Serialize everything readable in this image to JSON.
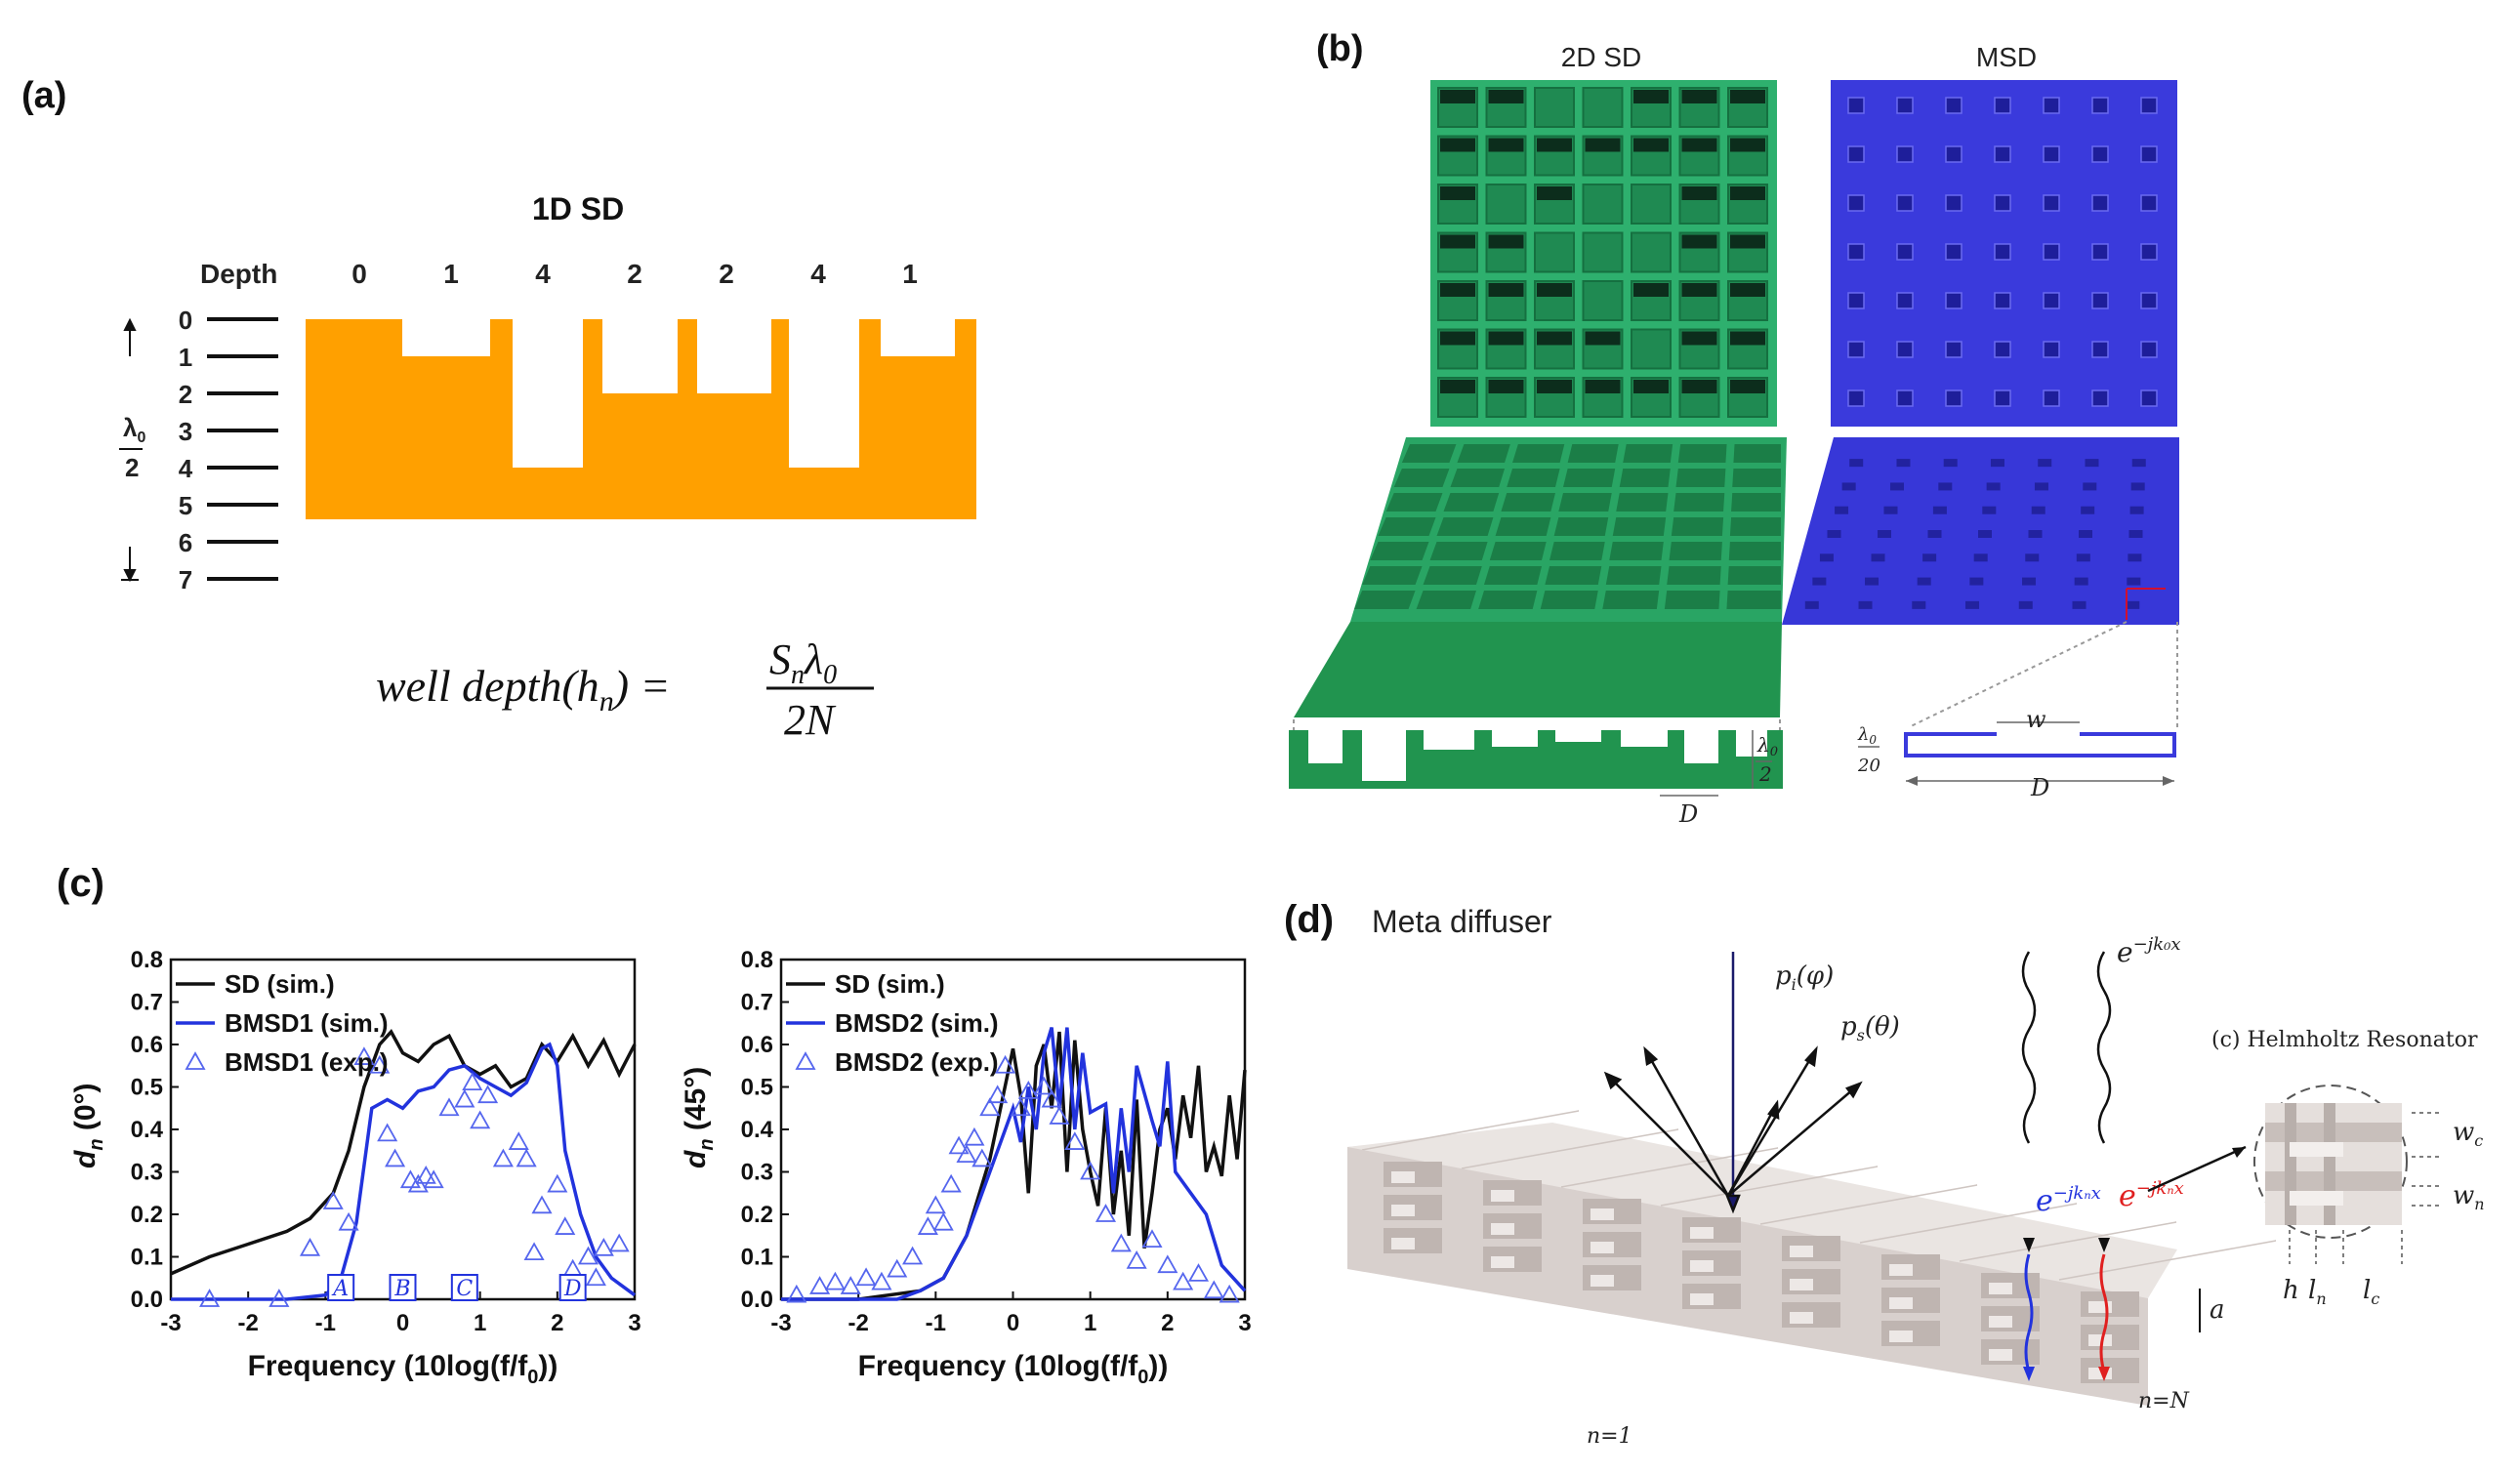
{
  "panels": {
    "a": {
      "label": "(a)",
      "title": "1D SD",
      "depth_header": "Depth",
      "depths": [
        "0",
        "1",
        "4",
        "2",
        "2",
        "4",
        "1"
      ],
      "scale_ticks": [
        "0",
        "1",
        "2",
        "3",
        "4",
        "5",
        "6",
        "7"
      ],
      "lambda_num": "λ",
      "lambda_sub": "0",
      "lambda_den": "2",
      "formula_left": "well depth(h",
      "formula_sub": "n",
      "formula_right": ") =",
      "formula_num": "S",
      "formula_num_sub": "n",
      "formula_num_lambda": "λ",
      "formula_num_lambda_sub": "0",
      "formula_den": "2N",
      "fill_color": "#FFA000"
    },
    "b": {
      "label": "(b)",
      "title_left": "2D SD",
      "title_right": "MSD",
      "dim_lambda": "λ",
      "dim_lambda_sub": "0",
      "dim_half": "2",
      "dim_D": "D",
      "dim_w": "w",
      "dim_20": "20",
      "green_color": "#2EB06E",
      "blue_color": "#3A3ADC"
    },
    "c": {
      "label": "(c)",
      "xlabel": "Frequency (10log(f/f",
      "xlabel_sub": "0",
      "xlabel_end": "))",
      "markers": [
        "A",
        "B",
        "C",
        "D"
      ]
    },
    "d": {
      "label": "(d)",
      "title": "Meta diffuser",
      "p_i": "p",
      "p_i_sub": "i",
      "p_i_arg": "(φ)",
      "p_s": "p",
      "p_s_sub": "s",
      "p_s_arg": "(θ)",
      "wave_top": "e",
      "wave_top_exp": "−jk₀x",
      "wave_blue": "e",
      "wave_blue_exp": "−jkₙx",
      "wave_red": "e",
      "wave_red_exp": "−jkₙx",
      "inset_title": "(c) Helmholtz Resonator",
      "a_label": "a",
      "n1": "n=1",
      "nN": "n=N",
      "wc": "w",
      "wc_sub": "c",
      "wn": "w",
      "wn_sub": "n",
      "h": "h",
      "ln": "l",
      "ln_sub": "n",
      "lc": "l",
      "lc_sub": "c"
    }
  },
  "chart_data": [
    {
      "type": "line",
      "xlim": [
        -3,
        3
      ],
      "ylim": [
        0,
        0.8
      ],
      "xticks": [
        "-3",
        "-2",
        "-1",
        "0",
        "1",
        "2",
        "3"
      ],
      "yticks": [
        "0.0",
        "0.1",
        "0.2",
        "0.3",
        "0.4",
        "0.5",
        "0.6",
        "0.7",
        "0.8"
      ],
      "ylabel": "d",
      "ylabel_sub": "n",
      "ylabel_arg": " (0°)",
      "legend": "top-left",
      "series": [
        {
          "name": "SD (sim.)",
          "kind": "line",
          "color": "#111111",
          "x": [
            -3,
            -2.5,
            -2,
            -1.5,
            -1.2,
            -0.9,
            -0.7,
            -0.5,
            -0.3,
            -0.15,
            0,
            0.2,
            0.4,
            0.6,
            0.8,
            1.0,
            1.2,
            1.4,
            1.6,
            1.8,
            2.0,
            2.2,
            2.4,
            2.6,
            2.8,
            3.0
          ],
          "y": [
            0.06,
            0.1,
            0.13,
            0.16,
            0.19,
            0.25,
            0.35,
            0.5,
            0.6,
            0.63,
            0.58,
            0.56,
            0.6,
            0.62,
            0.55,
            0.53,
            0.55,
            0.5,
            0.52,
            0.6,
            0.56,
            0.62,
            0.55,
            0.61,
            0.53,
            0.6
          ]
        },
        {
          "name": "BMSD1 (sim.)",
          "kind": "line",
          "color": "#2233DD",
          "x": [
            -3,
            -1.5,
            -1.0,
            -0.8,
            -0.6,
            -0.4,
            -0.2,
            0,
            0.2,
            0.4,
            0.6,
            0.8,
            1.0,
            1.2,
            1.4,
            1.6,
            1.8,
            1.9,
            2.0,
            2.1,
            2.3,
            2.5,
            2.7,
            3.0
          ],
          "y": [
            0,
            0,
            0.01,
            0.05,
            0.18,
            0.45,
            0.47,
            0.45,
            0.49,
            0.5,
            0.54,
            0.55,
            0.52,
            0.5,
            0.48,
            0.51,
            0.59,
            0.6,
            0.55,
            0.35,
            0.2,
            0.1,
            0.05,
            0.01
          ]
        },
        {
          "name": "BMSD1 (exp.)",
          "kind": "scatter",
          "color": "#5566EE",
          "x": [
            -2.5,
            -1.6,
            -1.2,
            -0.9,
            -0.7,
            -0.5,
            -0.3,
            -0.2,
            -0.1,
            0.1,
            0.2,
            0.3,
            0.4,
            0.6,
            0.8,
            0.9,
            1.0,
            1.1,
            1.3,
            1.5,
            1.6,
            1.7,
            1.8,
            2.0,
            2.1,
            2.2,
            2.4,
            2.5,
            2.6,
            2.8
          ],
          "y": [
            0.0,
            0.0,
            0.12,
            0.23,
            0.18,
            0.57,
            0.55,
            0.39,
            0.33,
            0.28,
            0.27,
            0.29,
            0.28,
            0.45,
            0.47,
            0.51,
            0.42,
            0.48,
            0.33,
            0.37,
            0.33,
            0.11,
            0.22,
            0.27,
            0.17,
            0.07,
            0.1,
            0.05,
            0.12,
            0.13
          ]
        }
      ],
      "markers": [
        {
          "label": "A",
          "x": -0.8
        },
        {
          "label": "B",
          "x": 0
        },
        {
          "label": "C",
          "x": 0.8
        },
        {
          "label": "D",
          "x": 2.2
        }
      ]
    },
    {
      "type": "line",
      "xlim": [
        -3,
        3
      ],
      "ylim": [
        0,
        0.8
      ],
      "xticks": [
        "-3",
        "-2",
        "-1",
        "0",
        "1",
        "2",
        "3"
      ],
      "yticks": [
        "0.0",
        "0.1",
        "0.2",
        "0.3",
        "0.4",
        "0.5",
        "0.6",
        "0.7",
        "0.8"
      ],
      "ylabel": "d",
      "ylabel_sub": "n",
      "ylabel_arg": " (45°)",
      "legend": "top-left",
      "series": [
        {
          "name": "SD (sim.)",
          "kind": "line",
          "color": "#111111",
          "x": [
            -3,
            -2,
            -1.2,
            -0.9,
            -0.6,
            -0.3,
            0,
            0.1,
            0.2,
            0.3,
            0.4,
            0.5,
            0.6,
            0.7,
            0.8,
            0.9,
            1.0,
            1.1,
            1.2,
            1.3,
            1.4,
            1.5,
            1.6,
            1.7,
            1.8,
            1.9,
            2.0,
            2.1,
            2.2,
            2.3,
            2.4,
            2.5,
            2.6,
            2.7,
            2.8,
            2.9,
            3.0
          ],
          "y": [
            0,
            0.0,
            0.02,
            0.05,
            0.15,
            0.33,
            0.59,
            0.48,
            0.25,
            0.55,
            0.6,
            0.45,
            0.63,
            0.3,
            0.61,
            0.4,
            0.3,
            0.22,
            0.45,
            0.2,
            0.35,
            0.15,
            0.47,
            0.12,
            0.25,
            0.4,
            0.45,
            0.33,
            0.48,
            0.38,
            0.55,
            0.3,
            0.36,
            0.29,
            0.48,
            0.33,
            0.54
          ]
        },
        {
          "name": "BMSD2 (sim.)",
          "kind": "line",
          "color": "#2233DD",
          "x": [
            -3,
            -1.5,
            -1.2,
            -0.9,
            -0.6,
            -0.3,
            0,
            0.1,
            0.2,
            0.3,
            0.4,
            0.5,
            0.6,
            0.7,
            0.8,
            0.9,
            1.0,
            1.2,
            1.3,
            1.4,
            1.5,
            1.6,
            1.8,
            1.9,
            2.0,
            2.1,
            2.3,
            2.5,
            2.7,
            3.0
          ],
          "y": [
            0,
            0,
            0.02,
            0.05,
            0.15,
            0.3,
            0.45,
            0.37,
            0.5,
            0.4,
            0.58,
            0.64,
            0.45,
            0.64,
            0.4,
            0.58,
            0.44,
            0.46,
            0.25,
            0.45,
            0.3,
            0.55,
            0.42,
            0.36,
            0.56,
            0.3,
            0.25,
            0.2,
            0.08,
            0.02
          ]
        },
        {
          "name": "BMSD2 (exp.)",
          "kind": "scatter",
          "color": "#5566EE",
          "x": [
            -2.8,
            -2.5,
            -2.3,
            -2.1,
            -1.9,
            -1.7,
            -1.5,
            -1.3,
            -1.1,
            -1.0,
            -0.9,
            -0.8,
            -0.7,
            -0.6,
            -0.5,
            -0.4,
            -0.3,
            -0.2,
            -0.1,
            0.1,
            0.2,
            0.4,
            0.5,
            0.6,
            0.8,
            1.0,
            1.2,
            1.4,
            1.6,
            1.8,
            2.0,
            2.2,
            2.4,
            2.6,
            2.8
          ],
          "y": [
            0.01,
            0.03,
            0.04,
            0.03,
            0.05,
            0.04,
            0.07,
            0.1,
            0.17,
            0.22,
            0.18,
            0.27,
            0.36,
            0.34,
            0.38,
            0.33,
            0.45,
            0.48,
            0.55,
            0.45,
            0.49,
            0.5,
            0.47,
            0.43,
            0.37,
            0.3,
            0.2,
            0.13,
            0.09,
            0.14,
            0.08,
            0.04,
            0.06,
            0.02,
            0.01
          ]
        }
      ]
    }
  ]
}
